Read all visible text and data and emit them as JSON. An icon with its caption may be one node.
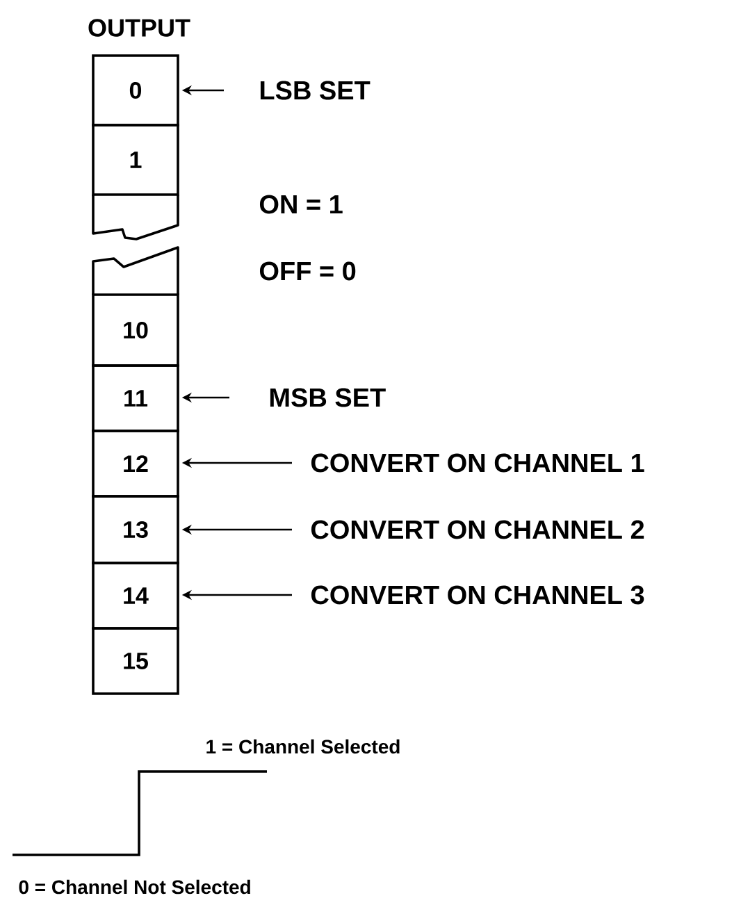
{
  "diagram": {
    "title": "OUTPUT",
    "nodes": [
      {
        "text": [
          "0"
        ]
      },
      {
        "text": [
          "1"
        ]
      },
      {
        "text": [
          "10"
        ]
      },
      {
        "text": [
          "11"
        ]
      },
      {
        "text": [
          "12"
        ]
      },
      {
        "text": [
          "13"
        ]
      },
      {
        "text": [
          "14"
        ]
      },
      {
        "text": [
          "15"
        ]
      },
      {
        "text": [
          "LSB SET"
        ]
      },
      {
        "text": [
          "MSB SET"
        ]
      },
      {
        "text": [
          "CONVERT ON CHANNEL 1"
        ]
      },
      {
        "text": [
          "CONVERT ON CHANNEL 2"
        ]
      },
      {
        "text": [
          "CONVERT ON CHANNEL 3"
        ]
      }
    ],
    "edges": [
      {
        "from": 8,
        "to": 0,
        "arrow": "to"
      },
      {
        "from": 9,
        "to": 3,
        "arrow": "to"
      },
      {
        "from": 10,
        "to": 4,
        "arrow": "to"
      },
      {
        "from": 11,
        "to": 5,
        "arrow": "to"
      },
      {
        "from": 12,
        "to": 6,
        "arrow": "to"
      }
    ],
    "labels": [
      "ON = 1",
      "OFF = 0",
      "1 = Channel Selected",
      "0 = Channel Not Selected"
    ]
  }
}
